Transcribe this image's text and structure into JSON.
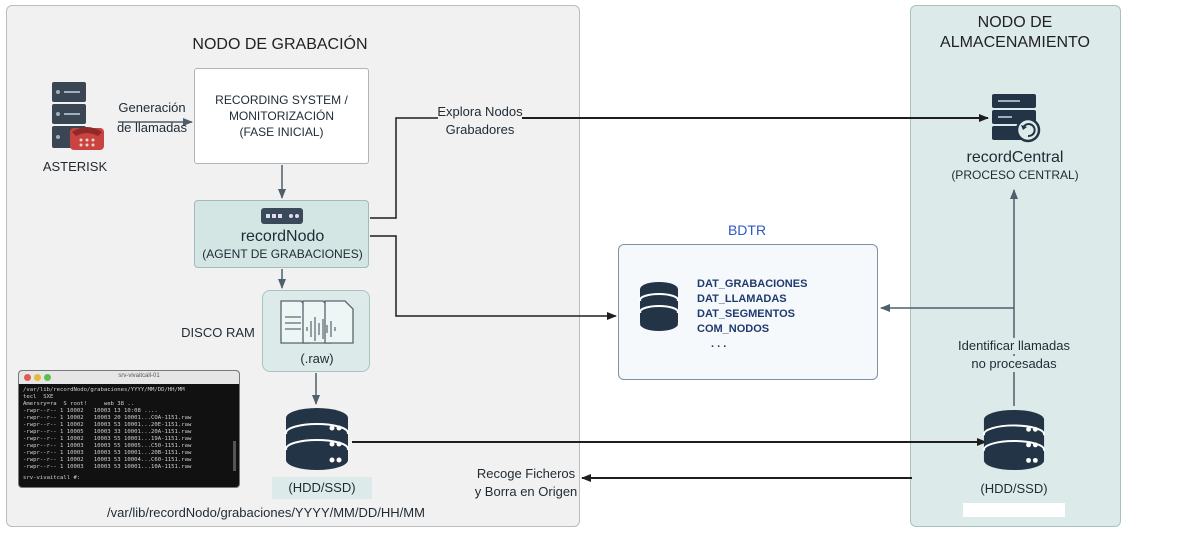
{
  "left_panel": {
    "title": "NODO DE GRABACIÓN"
  },
  "right_panel": {
    "title_line1": "NODO DE",
    "title_line2": "ALMACENAMIENTO"
  },
  "asterisk": {
    "label": "ASTERISK"
  },
  "edge_generacion": {
    "line1": "Generación",
    "line2": "de llamadas"
  },
  "recording_system": {
    "line1": "RECORDING SYSTEM /",
    "line2": "MONITORIZACIÓN",
    "line3": "(FASE INICIAL)"
  },
  "record_nodo": {
    "name": "recordNodo",
    "subtitle": "(AGENT DE GRABACIONES)"
  },
  "edge_explora": {
    "line1": "Explora Nodos",
    "line2": "Grabadores"
  },
  "disco_ram": {
    "label": "DISCO RAM",
    "format": "(.raw)"
  },
  "hdd_left": {
    "label": "(HDD/SSD)"
  },
  "path_text": "/var/lib/recordNodo/grabaciones/YYYY/MM/DD/HH/MM",
  "bdtr": {
    "title": "BDTR",
    "tables": [
      "DAT_GRABACIONES",
      "DAT_LLAMADAS",
      "DAT_SEGMENTOS",
      "COM_NODOS"
    ],
    "ellipsis": ". . ."
  },
  "record_central": {
    "name": "recordCentral",
    "subtitle": "(PROCESO CENTRAL)"
  },
  "edge_identificar": {
    "line1": "Identificar llamadas",
    "line2": "no procesadas"
  },
  "hdd_right": {
    "label": "(HDD/SSD)"
  },
  "edge_recoge": {
    "line1": "Recoge Ficheros",
    "line2": "y Borra en Origen"
  },
  "terminal": {
    "title": "srv-vivaitcall-01",
    "lines": [
      "/var/lib/recordNodo/grabaciones/YYYY/MM/DD/HH/MM",
      "tecl  SXE",
      "Amersry=ra  S root!     web 38 ..",
      "-rwpr--r-- 1 10002   10003 13 10:08 ....",
      "-rwpr--r-- 1 10002   10003 20 10001...COA-1151.raw",
      "-rwpr--r-- 1 10002   10003 53 10001...20E-1151.raw",
      "-rwpr--r-- 1 10005   10003 33 10001...20A-1151.raw",
      "-rwpr--r-- 1 10002   10003 55 10001...19A-1151.raw",
      "-rwpr--r-- 1 10003   10003 55 10005...C50-1151.raw",
      "-rwpr--r-- 1 10003   10003 53 10001...20B-1151.raw",
      "-rwpr--r-- 1 10002   10003 53 10004...C60-1151.raw",
      "-rwpr--r-- 1 10003   10003 53 10001...10A-1151.raw",
      "srv-vivaitcall #: "
    ]
  },
  "colors": {
    "arrow": "#1e1e1e",
    "slate_arrow": "#4f5f6b",
    "bdtr_title": "#2f58c7",
    "bdtr_tables": "#1f3a6e",
    "db_icon": "#243447"
  }
}
